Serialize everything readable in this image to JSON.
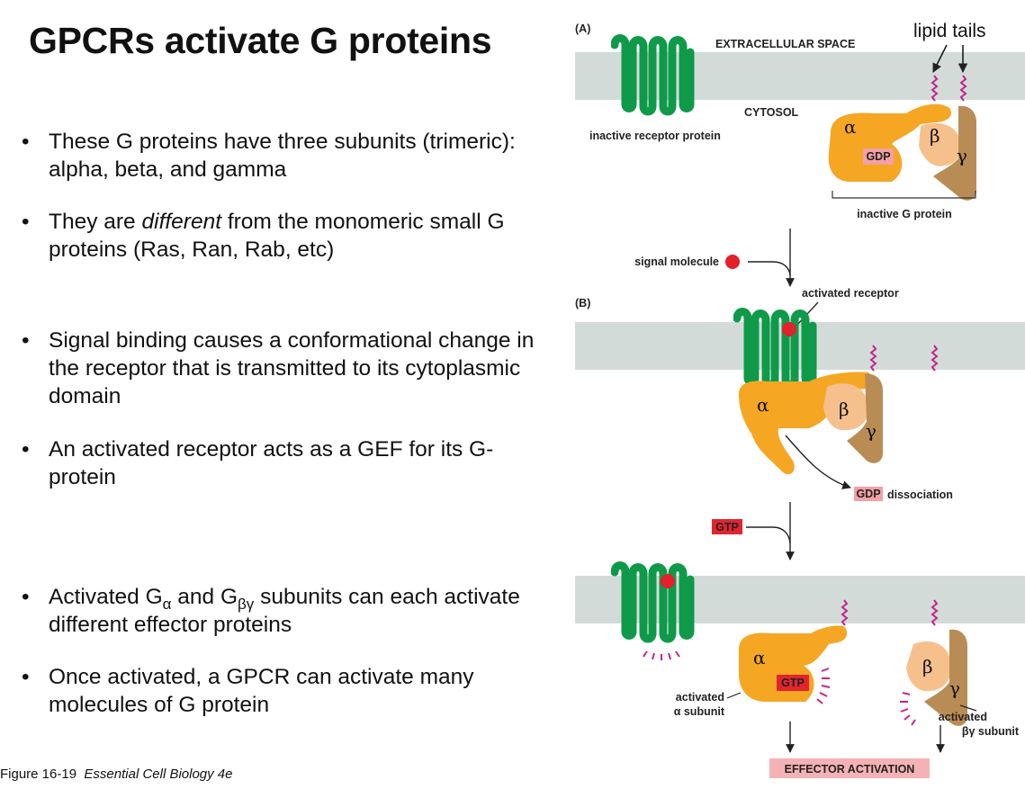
{
  "title": "GPCRs activate G proteins",
  "bullets": [
    {
      "text": "These G proteins have three subunits (trimeric): alpha, beta, and gamma"
    },
    {
      "pre": "They are ",
      "em": "different",
      "post": " from the monomeric small G proteins (Ras, Ran, Rab, etc)"
    },
    {
      "text": "Signal binding causes a conformational change in the receptor that is transmitted to its cytoplasmic domain"
    },
    {
      "text": "An activated receptor acts as a GEF for its G-protein"
    },
    {
      "t1": "Activated G",
      "s1": "α",
      "t2": " and G",
      "s2": "βγ",
      "t3": " subunits can each activate different effector proteins"
    },
    {
      "text": "Once activated, a GPCR can activate many molecules of G protein"
    }
  ],
  "bullet_symbol": "•",
  "caption": {
    "figure": "Figure 16-19",
    "book": "Essential Cell Biology 4e"
  },
  "figure": {
    "panel_a": "(A)",
    "panel_b": "(B)",
    "extracellular": "EXTRACELLULAR SPACE",
    "cytosol": "CYTOSOL",
    "lipid_tails": "lipid tails",
    "inactive_receptor": "inactive receptor protein",
    "inactive_g": "inactive G protein",
    "signal_molecule": "signal molecule",
    "activated_receptor": "activated receptor",
    "gdp": "GDP",
    "gdp_dissociation": "dissociation",
    "gtp": "GTP",
    "activated": "activated",
    "alpha_subunit": "α subunit",
    "by_subunit": "βγ subunit",
    "effector": "EFFECTOR ACTIVATION",
    "alpha": "α",
    "beta": "β",
    "gamma": "γ"
  },
  "colors": {
    "membrane": "#d3dbd9",
    "receptor": "#0f9a4a",
    "alpha": "#f5a623",
    "beta": "#f6c08d",
    "gamma": "#b98c55",
    "signal": "#e3202b",
    "gdp_box": "#f3a0a6",
    "gtp_box": "#e2242f",
    "effector_box": "#f5b2b5",
    "lipid": "#c2258c"
  }
}
